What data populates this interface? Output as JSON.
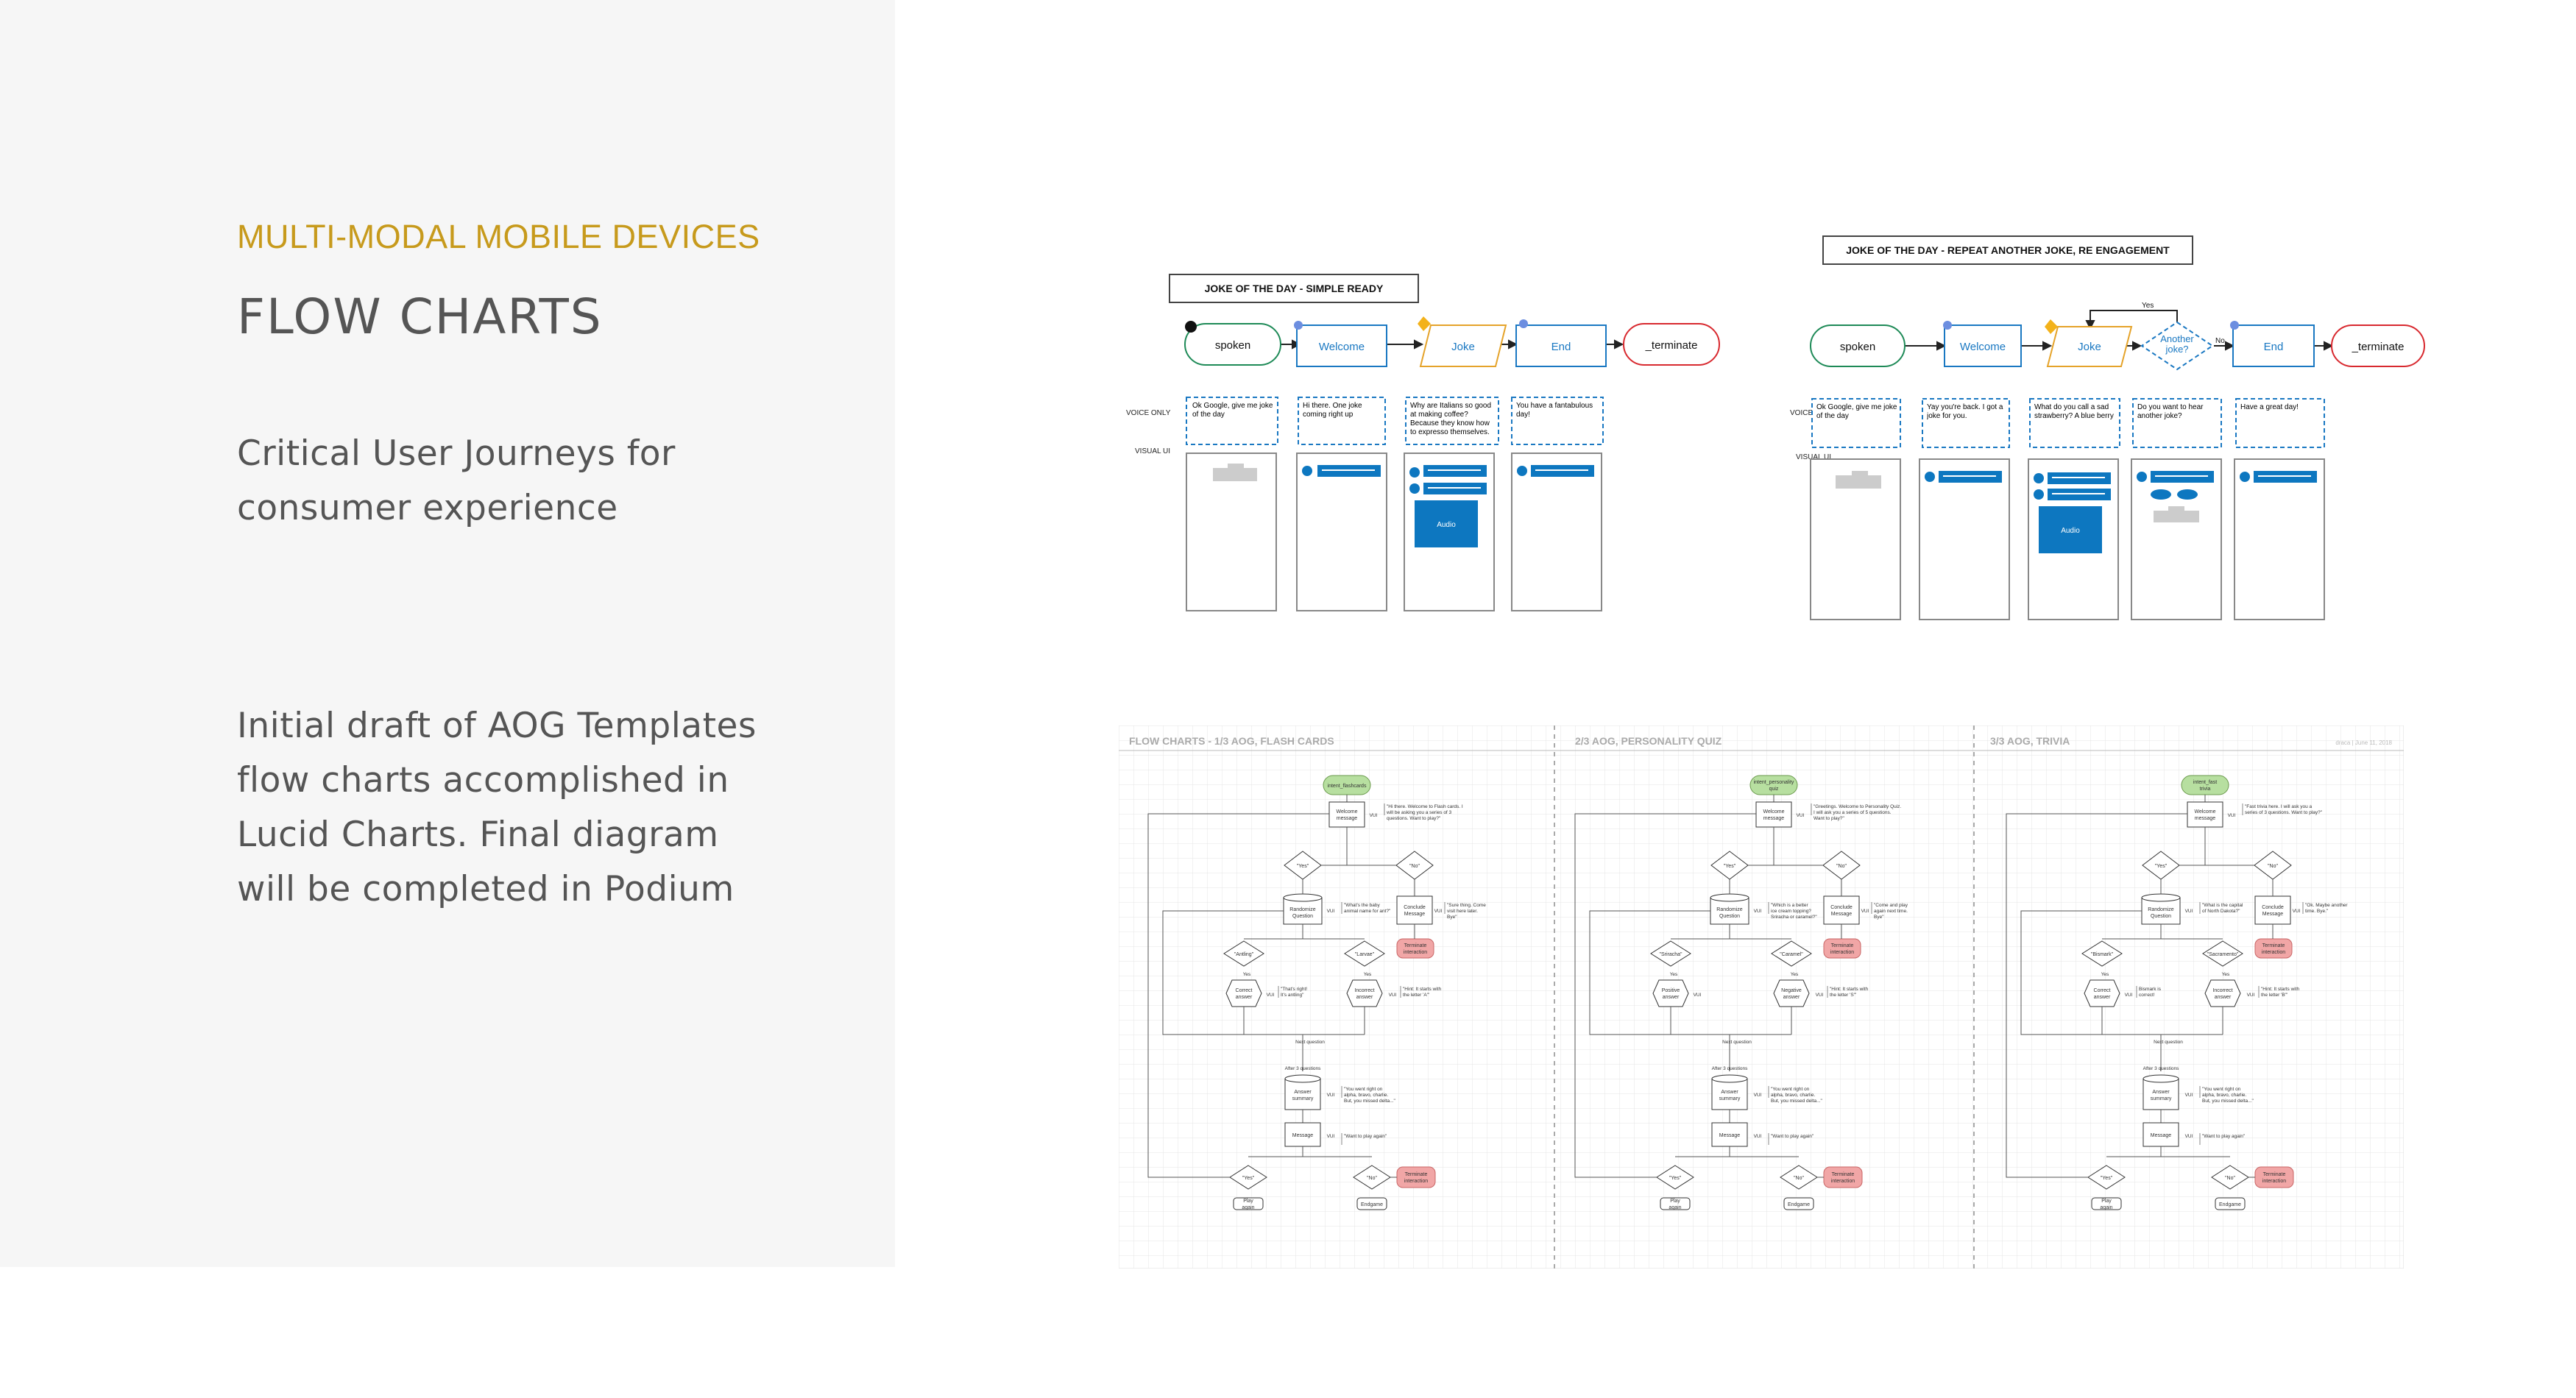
{
  "left": {
    "eyebrow": "MULTI-MODAL MOBILE DEVICES",
    "title": "FLOW CHARTS",
    "subtitle": "Critical User Journeys for consumer experience",
    "description": "Initial draft of AOG Templates flow charts accomplished in Lucid Charts.  Final diagram will be completed in Podium"
  },
  "diagram1": {
    "title": "JOKE OF THE DAY - SIMPLE READY",
    "nodes": [
      "spoken",
      "Welcome",
      "Joke",
      "End",
      "_terminate"
    ],
    "row_labels": [
      "VOICE ONLY",
      "VISUAL UI"
    ],
    "voice": [
      "Ok Google, give me joke of the day",
      "Hi there. One joke coming right up",
      "Why are Italians so good at making coffee? Because they know how to expresso themselves.",
      "You have a fantabulous day!"
    ],
    "audio_label": "Audio"
  },
  "diagram2": {
    "title": "JOKE OF THE DAY - REPEAT ANOTHER JOKE, RE ENGAGEMENT",
    "nodes": [
      "spoken",
      "Welcome",
      "Joke",
      "Another joke?",
      "End",
      "_terminate"
    ],
    "row_labels": [
      "VOICE ONLY",
      "VISUAL UI"
    ],
    "voice": [
      "Ok Google, give me joke of the day",
      "Yay you're back. I got a joke for you.",
      "What do you call a sad strawberry? A blue berry",
      "Do you want to hear another joke?",
      "Have a great day!"
    ],
    "yes_label": "Yes",
    "no_label": "No",
    "audio_label": "Audio"
  },
  "diagram3": {
    "sections": [
      "FLOW CHARTS - 1/3  AOG, FLASH CARDS",
      "2/3 AOG, PERSONALITY QUIZ",
      "3/3 AOG, TRIVIA"
    ],
    "header_right": "draca  |  June 11, 2018",
    "intents": [
      "intent_flashcards",
      "intent_personality quiz",
      "intent_fast trivia"
    ],
    "common": {
      "welcome": "Welcome message",
      "yes": "\"Yes\"",
      "no": "\"No\"",
      "conclude": "Conclude Message",
      "terminate": "Terminate interaction",
      "vui": "VUI",
      "next_question": "Next question",
      "after3": "After 3 questions",
      "answer_summary": "Answer summary",
      "message": "Message",
      "play_again_q": "\"Want to play again\"",
      "play_again": "Play again",
      "end_game": "Endgame"
    },
    "columns": [
      {
        "welcome_text": "\"Hi there. Welcome to Flash cards. I will be asking you a series of 3 questions. Want to play?\"",
        "question": "Randomize Question",
        "question_text": "\"What's the baby animal name for ant?\"",
        "conclude_text": "\"Sure thing. Come visit here later. Bye\"",
        "answer_a": "\"Antling\"",
        "answer_b": "\"Larvae\"",
        "correct": "Correct answer",
        "incorrect": "Incorrect answer",
        "correct_text": "\"That's right! It's antling\"",
        "hint_text": "\"Hint: It starts with the letter 'A'\"",
        "summary_text": "\"You went right on alpha, bravo, charlie. But, you missed delta...\""
      },
      {
        "welcome_text": "\"Greetings. Welcome to Personality Quiz. I will ask you a series of 5 questions. Want to play?\"",
        "question": "Randomize Question",
        "question_text": "\"Which is a better ice cream topping? Sriracha or caramel?\"",
        "conclude_text": "\"Come and play again next time. Bye\"",
        "answer_a": "\"Sriracha\"",
        "answer_b": "\"Caramel\"",
        "correct": "Positive answer",
        "incorrect": "Negative answer",
        "correct_text": "",
        "hint_text": "\"Hint: It starts with the letter 'S'\"",
        "summary_text": "\"You went right on alpha, bravo, charlie. But, you missed delta...\""
      },
      {
        "welcome_text": "\"Fast trivia here. I will ask you a series of 3 questions. Want to play?\"",
        "question": "Randomize Question",
        "question_text": "\"What is the capital of North Dakota?\"",
        "conclude_text": "\"Ok. Maybe another time. Bye.\"",
        "answer_a": "\"Bismark\"",
        "answer_b": "\"Sacramento\"",
        "correct": "Correct answer",
        "incorrect": "Incorrect answer",
        "correct_text": "Bismark is correct!",
        "hint_text": "\"Hint: It starts with the letter 'B'\"",
        "summary_text": "\"You went right on alpha, bravo, charlie. But, you missed delta...\""
      }
    ]
  },
  "colors": {
    "accent": "#c79a1c",
    "flow_blue": "#1a78c2",
    "ui_blue": "#0d77c0",
    "terminate_red": "#d8292f",
    "spoken_green": "#1e8a57",
    "intent_green": "#b7dfa0",
    "terminate_pink": "#f1a6a6"
  }
}
